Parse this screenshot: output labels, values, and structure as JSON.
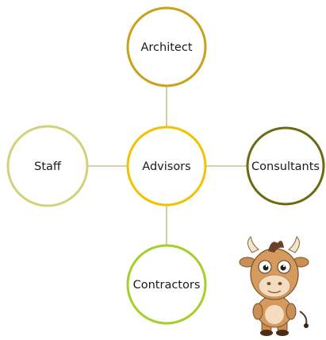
{
  "diagram": {
    "center": {
      "label": "Advisors",
      "color": "#f2c200"
    },
    "nodes": [
      {
        "key": "architect",
        "label": "Architect",
        "color": "#c9a11c"
      },
      {
        "key": "staff",
        "label": "Staff",
        "color": "#d2d27a"
      },
      {
        "key": "consultants",
        "label": "Consultants",
        "color": "#6b6b12"
      },
      {
        "key": "contractors",
        "label": "Contractors",
        "color": "#a6cf2a"
      }
    ],
    "connector_color": "#b8b87a"
  },
  "mascot": {
    "icon": "cartoon-cow-icon"
  }
}
